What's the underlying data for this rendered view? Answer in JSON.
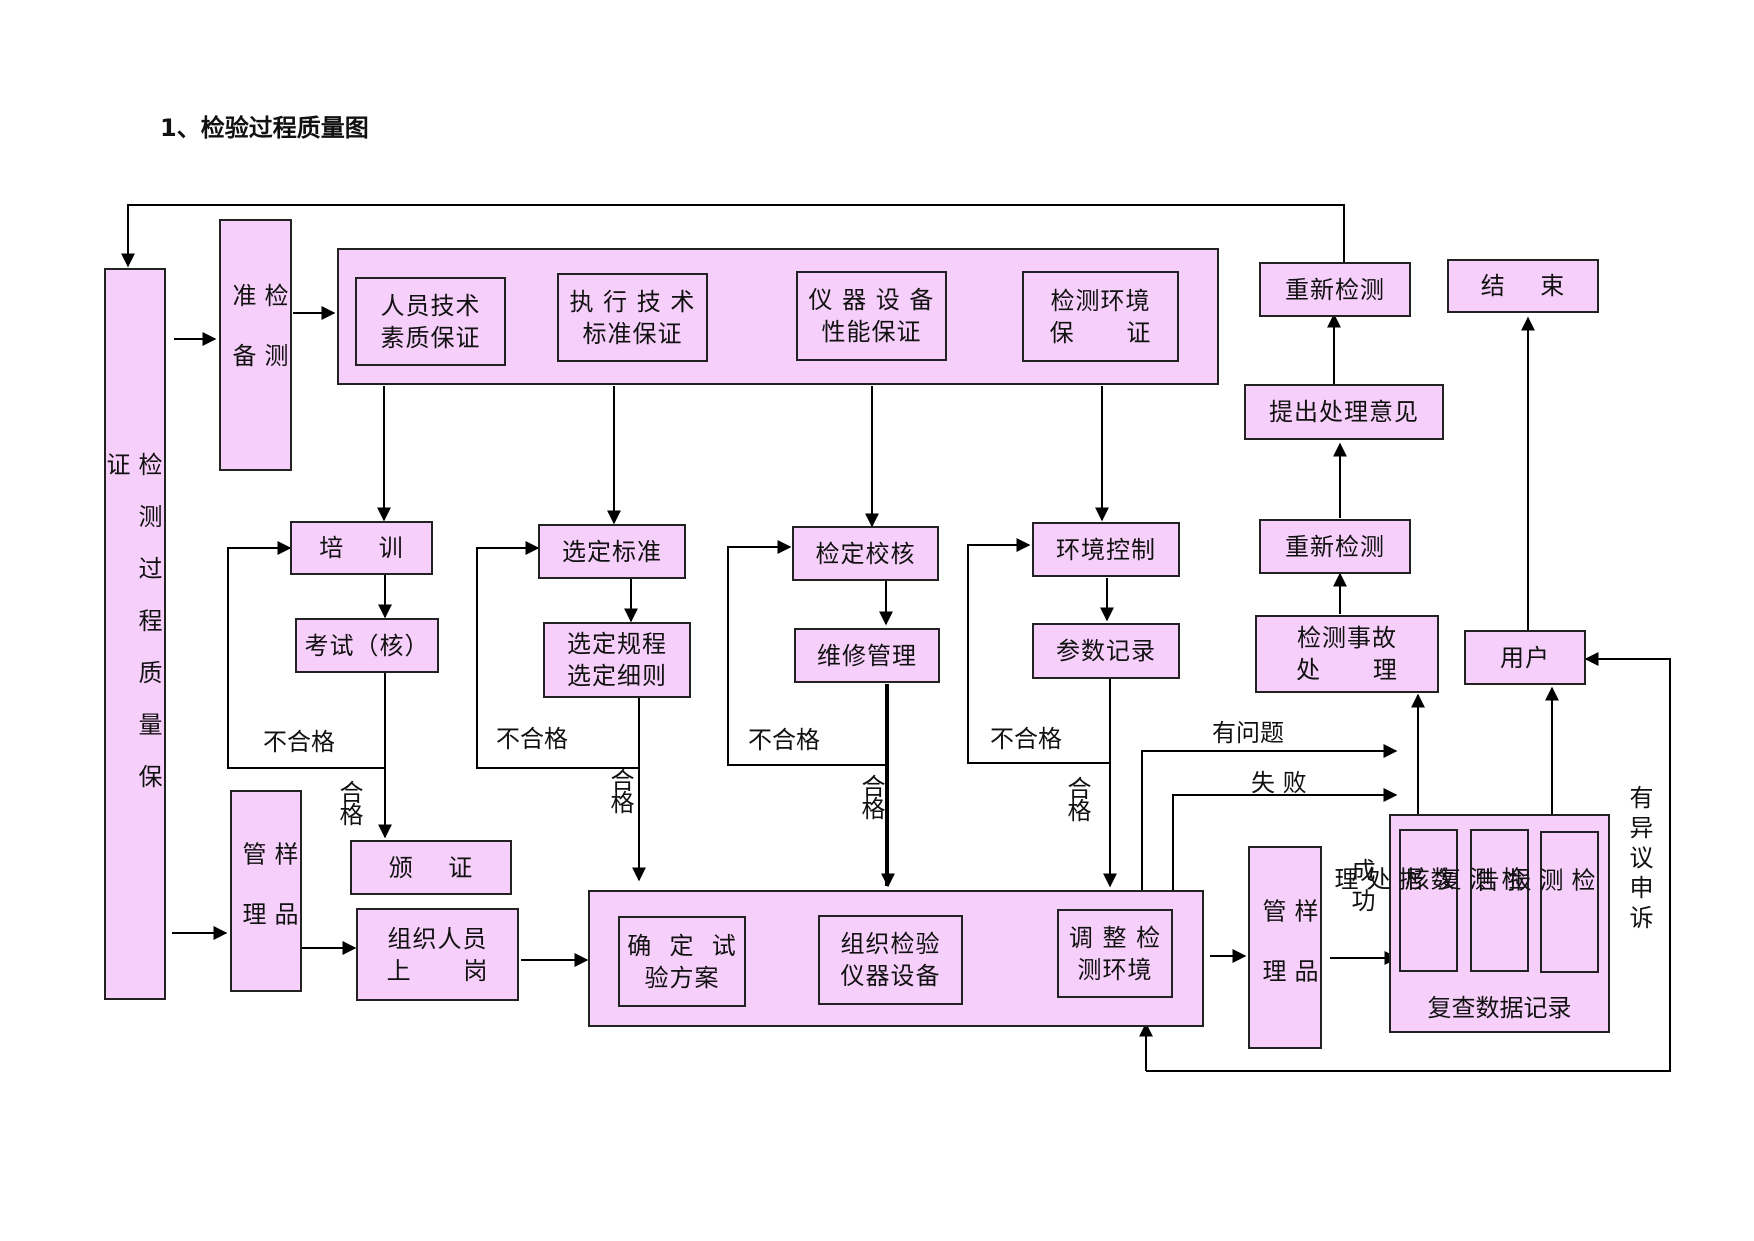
{
  "title": "1、检验过程质量图",
  "left_column": "检\n\n测\n\n过\n\n程\n\n质\n\n量\n\n保\n\n证",
  "prep": "检\n测\n准\n备",
  "sample_mgmt_left": "样\n品\n管\n理",
  "sample_mgmt_right": "样\n品\n管\n理",
  "top_group": {
    "staff": "人员技术\n素质保证",
    "standard": "执 行 技 术\n标准保证",
    "equipment": "仪 器 设 备\n性能保证",
    "environment": "检测环境\n保      证"
  },
  "nodes": {
    "training": "培    训",
    "exam": "考试（核）",
    "certificate": "颁    证",
    "organize_staff": "组织人员\n上      岗",
    "select_standard": "选定标准",
    "select_procedure": "选定规程\n选定细则",
    "calibration": "检定校核",
    "repair": "维修管理",
    "env_control": "环境控制",
    "param_record": "参数记录",
    "retest_top": "重新检测",
    "propose": "提出处理意见",
    "retest_mid": "重新检测",
    "accident": "检测事故\n处      理",
    "end": "结    束",
    "user": "用户"
  },
  "bottom_group": {
    "plan": "确  定  试\n验方案",
    "instruments": "组织检验\n仪器设备",
    "adjust_env": "调 整 检\n测环境"
  },
  "review_group": {
    "label": "复查数据记录",
    "data_processing": "数\n据\n处\n理",
    "recheck": "检\n测\n复\n核",
    "report": "检\n测\n报\n告"
  },
  "labels": {
    "fail": "不合格",
    "pass": "合格",
    "problem": "有问题",
    "failure": "失  败",
    "success": "成功",
    "appeal": "有异议申诉"
  }
}
